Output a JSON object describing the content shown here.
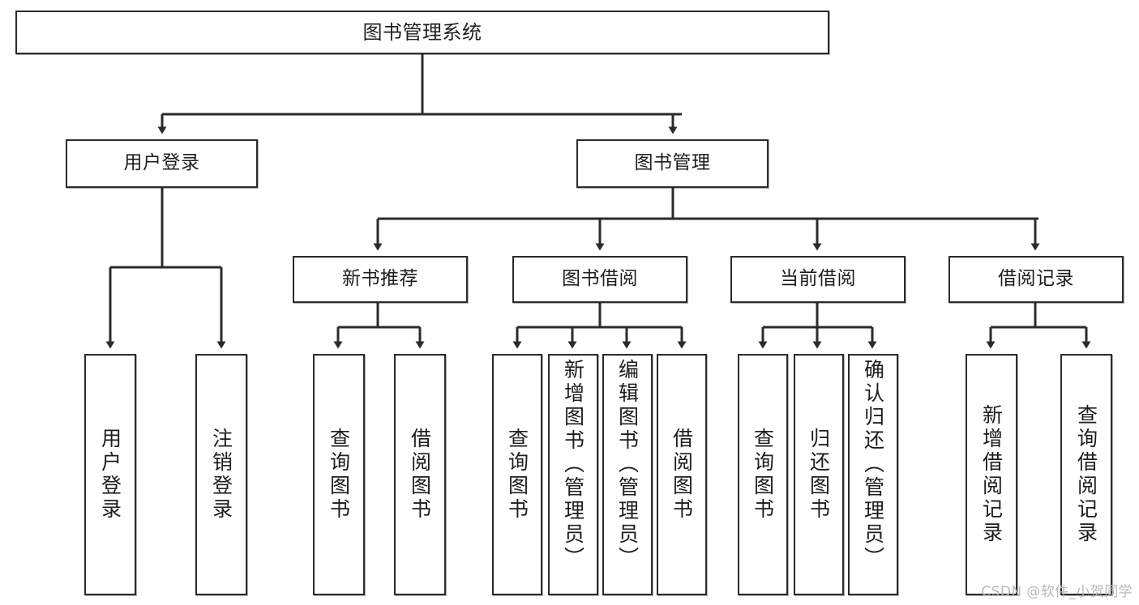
{
  "diagram": {
    "title": "图书管理系统",
    "type": "tree-hierarchy-chart",
    "watermark": "CSDN @软件_小贺同学",
    "colors": {
      "stroke": "#2b2b2b",
      "fill": "#ffffff",
      "text": "#1d1d1d",
      "watermark": "#b9b9b9"
    },
    "nodes": {
      "root": {
        "label": "图书管理系统"
      },
      "level2": [
        {
          "label": "用户登录"
        },
        {
          "label": "图书管理"
        }
      ],
      "level3": [
        {
          "label": "新书推荐"
        },
        {
          "label": "图书借阅"
        },
        {
          "label": "当前借阅"
        },
        {
          "label": "借阅记录"
        }
      ],
      "leaves": {
        "user_login": [
          {
            "label": "用户登录"
          },
          {
            "label": "注销登录"
          }
        ],
        "new_book_recommend": [
          {
            "label": "查询图书"
          },
          {
            "label": "借阅图书"
          }
        ],
        "book_borrow": [
          {
            "label": "查询图书"
          },
          {
            "label": "新增图书（管理员）"
          },
          {
            "label": "编辑图书（管理员）"
          },
          {
            "label": "借阅图书"
          }
        ],
        "current_borrow": [
          {
            "label": "查询图书"
          },
          {
            "label": "归还图书"
          },
          {
            "label": "确认归还（管理员）"
          }
        ],
        "borrow_record": [
          {
            "label": "新增借阅记录"
          },
          {
            "label": "查询借阅记录"
          }
        ]
      }
    }
  }
}
